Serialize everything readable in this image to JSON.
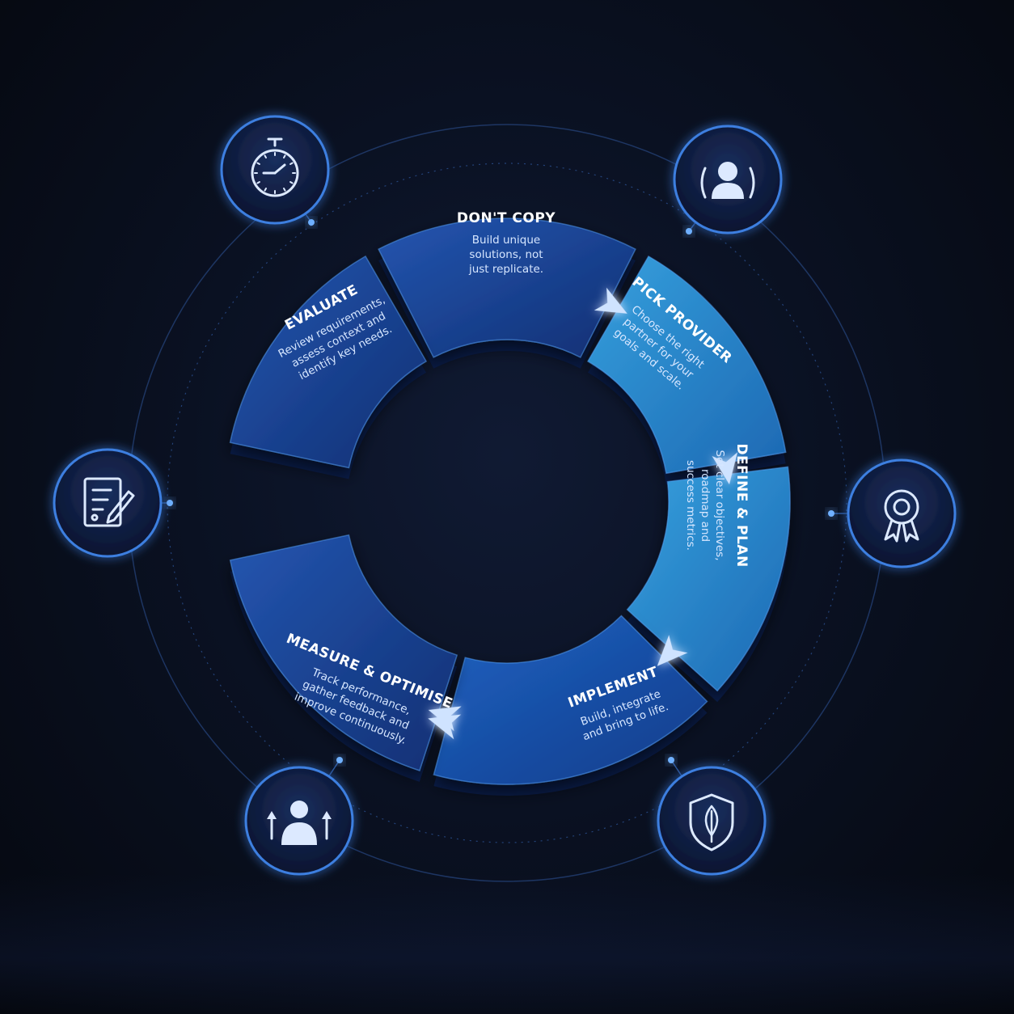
{
  "colors": {
    "background": "#070c18",
    "segment_dark": "#163a86",
    "segment_light": "#2b87c9",
    "connector": "#cfe3ff",
    "icon_ring": "#3d7fe0",
    "orbit": "#2a4f8f"
  },
  "steps": [
    {
      "title": "DON'T COPY",
      "desc": [
        "Build unique",
        "solutions, not",
        "just replicate."
      ]
    },
    {
      "title": "PICK PROVIDER",
      "desc": [
        "Choose the right",
        "partner for your",
        "goals and scale."
      ]
    },
    {
      "title": "DEFINE & PLAN",
      "desc": [
        "Set clear objectives,",
        "roadmap and",
        "success metrics."
      ]
    },
    {
      "title": "IMPLEMENT",
      "desc": [
        "Build, integrate",
        "and bring to life."
      ]
    },
    {
      "title": "MEASURE & OPTIMISE",
      "desc": [
        "Track performance,",
        "gather feedback and",
        "improve continuously."
      ]
    },
    {
      "title": "EVALUATE",
      "desc": [
        "Review requirements,",
        "assess context and",
        "identify key needs."
      ]
    }
  ],
  "icons": [
    {
      "name": "stopwatch-icon"
    },
    {
      "name": "user-profile-icon"
    },
    {
      "name": "checklist-pen-icon"
    },
    {
      "name": "award-badge-icon"
    },
    {
      "name": "person-growth-icon"
    },
    {
      "name": "shield-leaf-icon"
    }
  ]
}
